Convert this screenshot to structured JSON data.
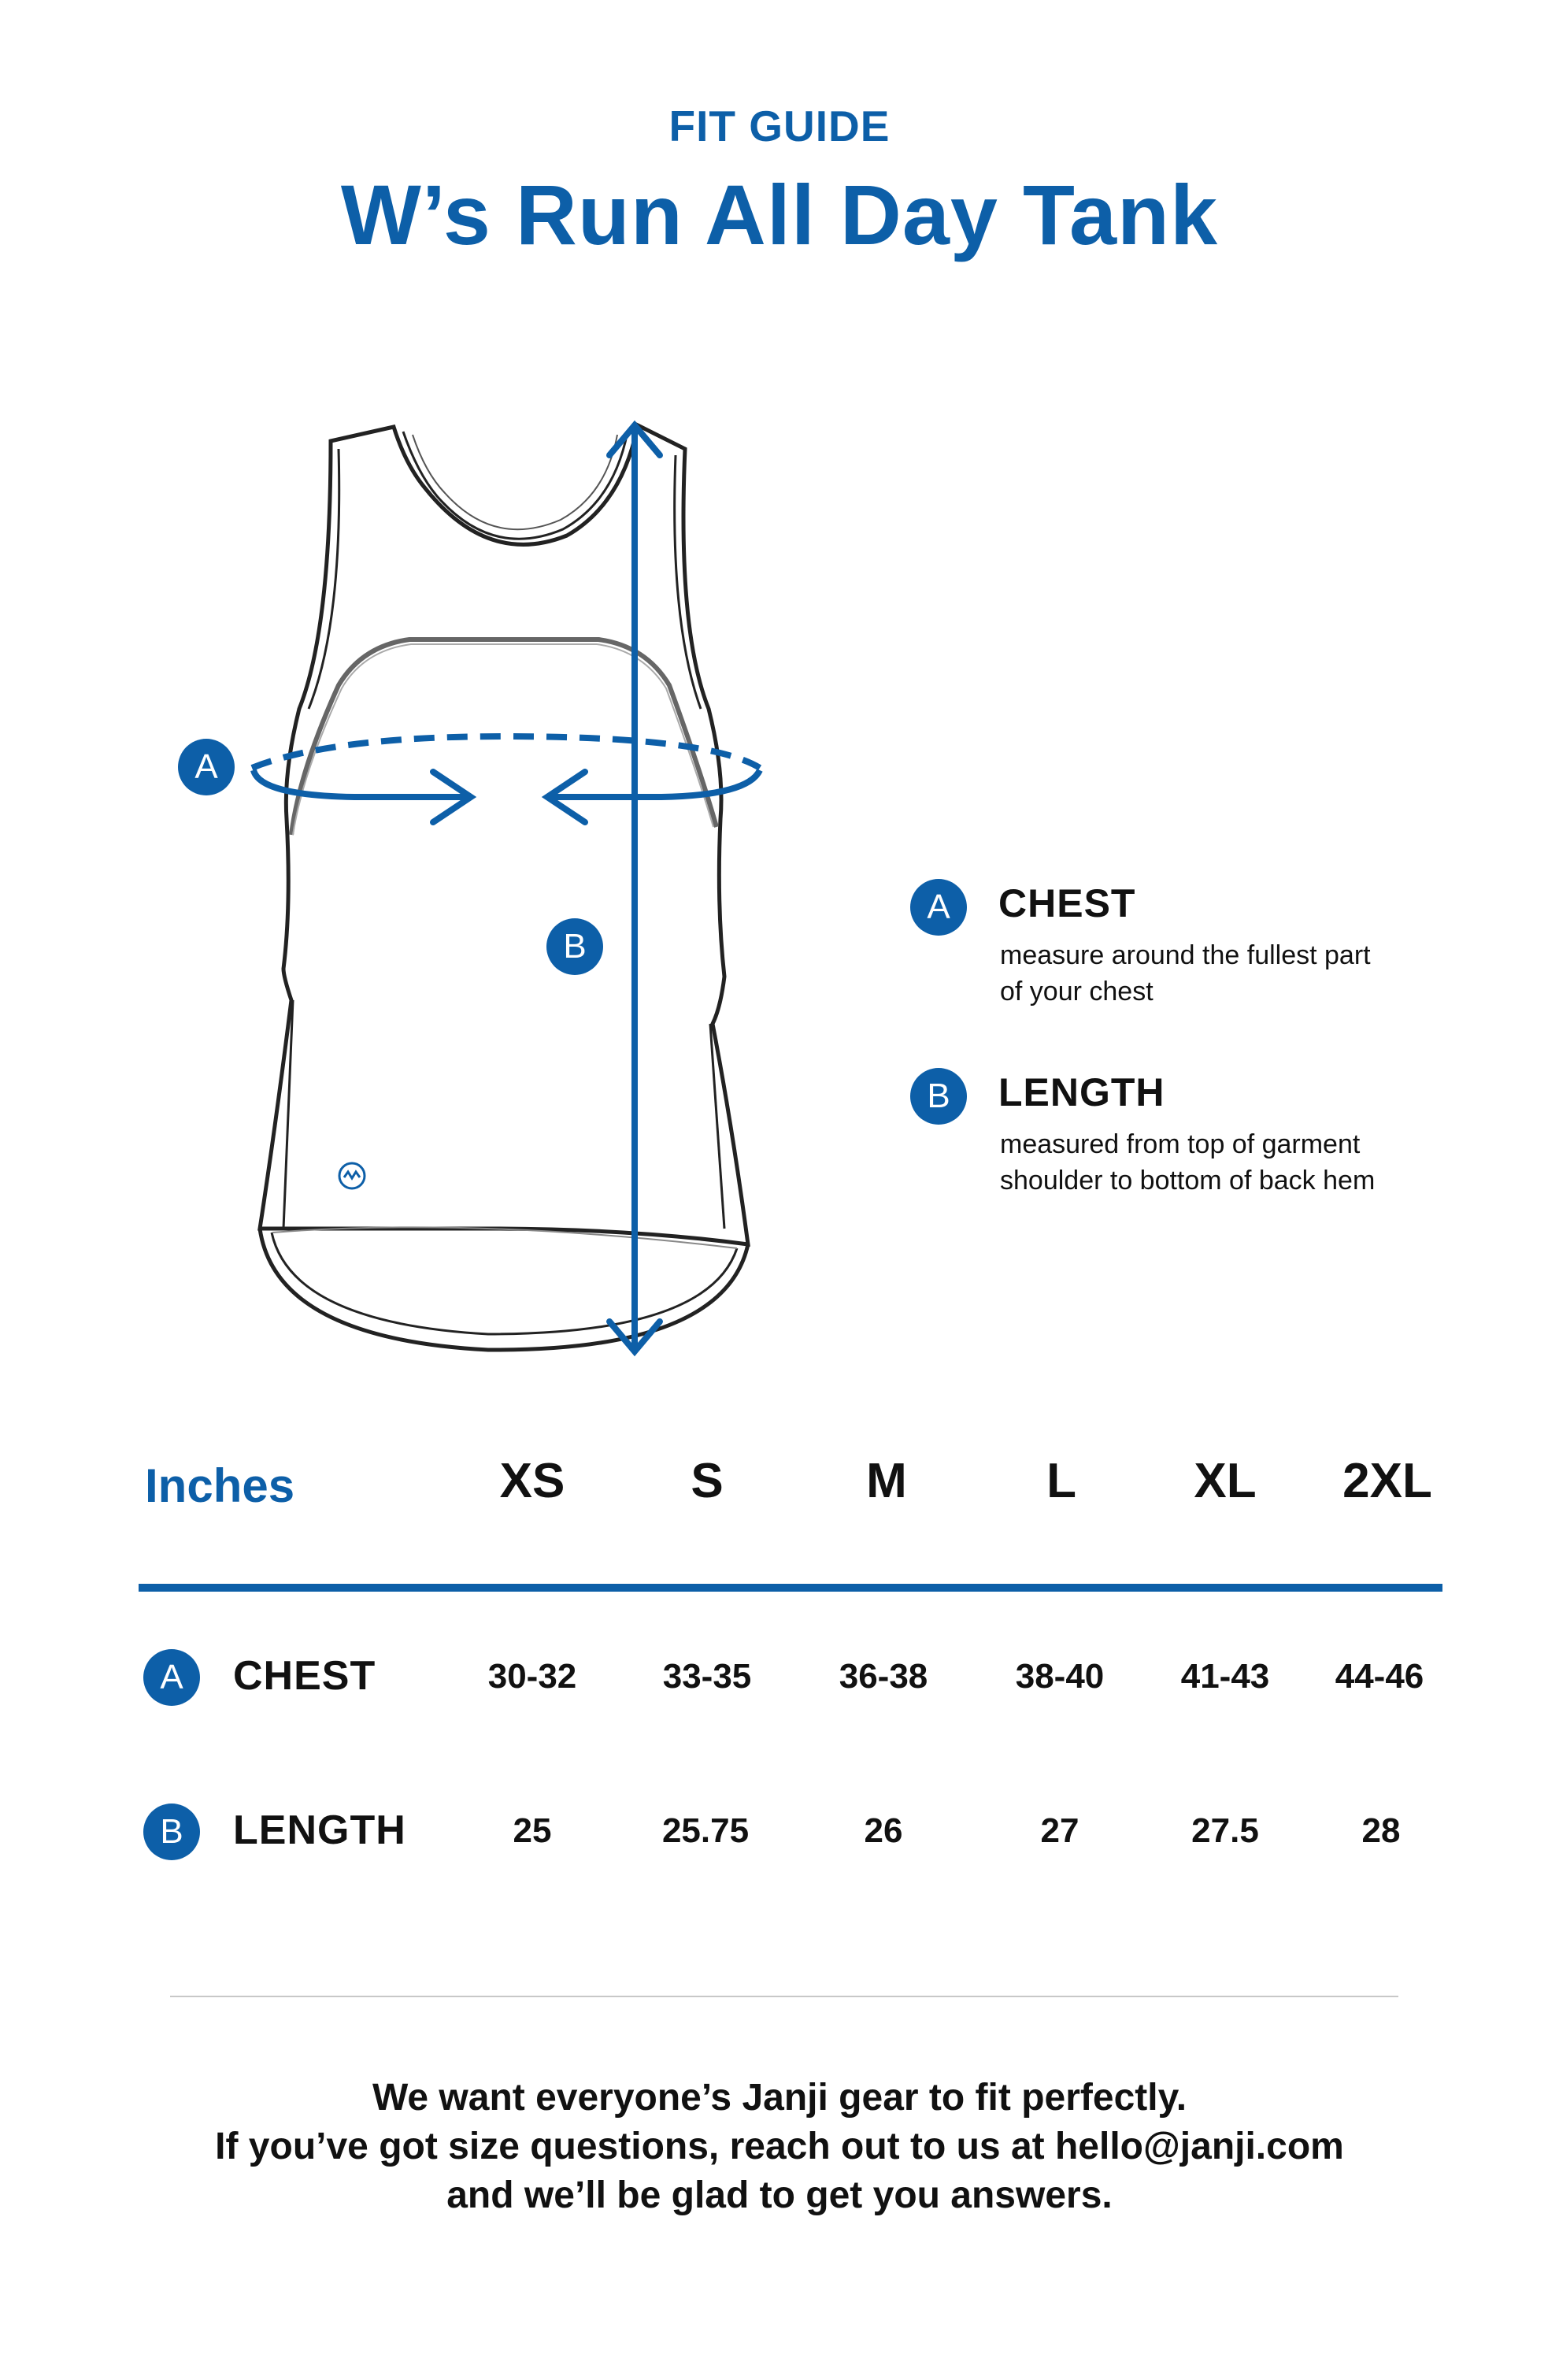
{
  "header": {
    "subtitle": "FIT GUIDE",
    "title": "W’s Run All Day Tank"
  },
  "figure": {
    "badge_a": "A",
    "badge_b": "B"
  },
  "legend": {
    "items": [
      {
        "badge": "A",
        "title": "CHEST",
        "description": [
          "measure around the fullest part",
          "of your chest"
        ]
      },
      {
        "badge": "B",
        "title": "LENGTH",
        "description": [
          "measured from top of garment",
          "shoulder to bottom of back hem"
        ]
      }
    ]
  },
  "size_table": {
    "unit_label": "Inches",
    "sizes": [
      "XS",
      "S",
      "M",
      "L",
      "XL",
      "2XL"
    ],
    "rows": [
      {
        "badge": "A",
        "label": "CHEST",
        "values": [
          "30-32",
          "33-35",
          "36-38",
          "38-40",
          "41-43",
          "44-46"
        ]
      },
      {
        "badge": "B",
        "label": "LENGTH",
        "values": [
          "25",
          "25.75",
          "26",
          "27",
          "27.5",
          "28"
        ]
      }
    ]
  },
  "footer": {
    "lines": [
      "We want everyone’s Janji gear to fit perfectly.",
      "If you’ve got size questions, reach out to us at hello@janji.com",
      "and we’ll be glad to get you answers."
    ]
  },
  "colors": {
    "accent": "#0d5fa8",
    "text": "#111111",
    "divider": "#c8c8c8"
  }
}
